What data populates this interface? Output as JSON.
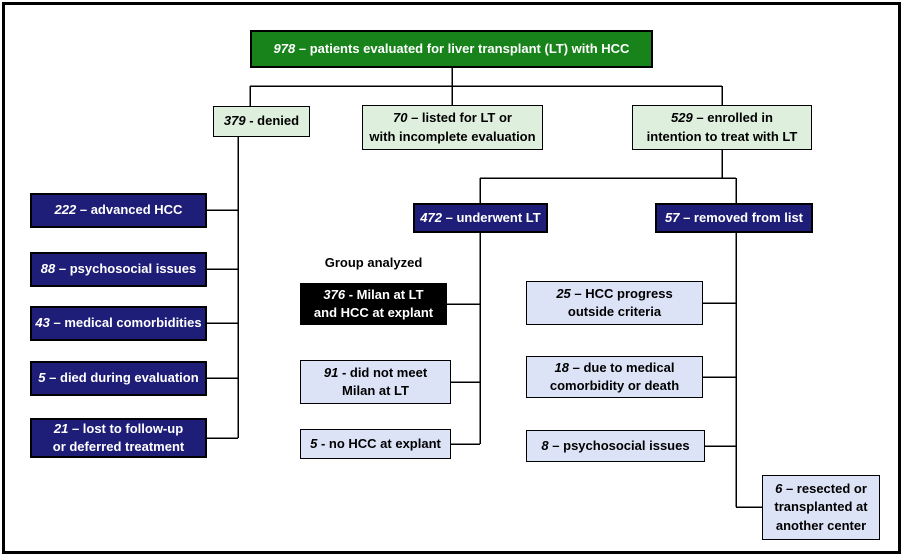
{
  "title": "Patient flow diagram - liver transplant (LT) evaluation with HCC",
  "colors": {
    "green": "#17831A",
    "lightgreen": "#DFEFDE",
    "navy": "#1E1E78",
    "lavender": "#DDE3F6",
    "black": "#000000"
  },
  "nodes": {
    "evaluated": {
      "num": "978",
      "rest": "– patients evaluated for liver transplant (LT) with HCC"
    },
    "denied": {
      "num": "379",
      "rest": "- denied"
    },
    "listed": {
      "num": "70",
      "rest": "– listed for LT or\nwith incomplete evaluation"
    },
    "enrolled": {
      "num": "529",
      "rest": "– enrolled in\nintention to treat with LT"
    },
    "advanced_hcc": {
      "num": "222",
      "rest": "– advanced HCC"
    },
    "psychosocial": {
      "num": "88",
      "rest": "– psychosocial issues"
    },
    "comorbidities": {
      "num": "43",
      "rest": "– medical comorbidities"
    },
    "died": {
      "num": "5",
      "rest": "– died during evaluation"
    },
    "lost": {
      "num": "21",
      "rest": "– lost to follow-up\nor deferred treatment"
    },
    "underwent": {
      "num": "472",
      "rest": "– underwent LT"
    },
    "removed": {
      "num": "57",
      "rest": "– removed from list"
    },
    "group_label": "Group analyzed",
    "milan": {
      "num": "376",
      "rest": "- Milan at LT\nand HCC at explant"
    },
    "not_milan": {
      "num": "91",
      "rest": "- did not meet\nMilan at LT"
    },
    "no_hcc": {
      "num": "5",
      "rest": "- no HCC at explant"
    },
    "hcc_progress": {
      "num": "25",
      "rest": "– HCC progress\noutside criteria"
    },
    "medical_death": {
      "num": "18",
      "rest": "– due to medical\ncomorbidity or death"
    },
    "psychosocial2": {
      "num": "8",
      "rest": "– psychosocial issues"
    },
    "resected": {
      "num": "6",
      "rest": "– resected or\ntransplanted at\nanother center"
    }
  }
}
